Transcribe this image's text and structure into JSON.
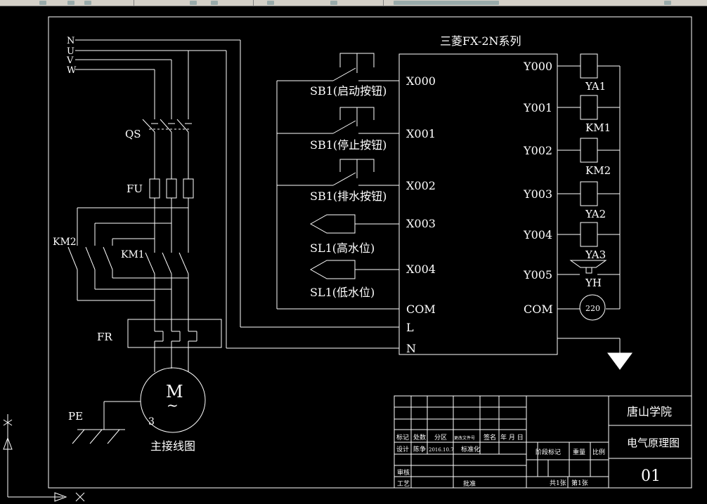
{
  "drawing": {
    "title": "三菱FX-2N系列",
    "caption": "主接线图",
    "phases": [
      "N",
      "U",
      "V",
      "W"
    ],
    "labels": {
      "qs": "QS",
      "fu": "FU",
      "km2": "KM2",
      "km1": "KM1",
      "fr": "FR",
      "motor": "M",
      "motor_ac": "~",
      "motor_phase": "3",
      "pe": "PE"
    },
    "plc_inputs": [
      {
        "terminal": "X000",
        "device": "SB1(启动按钮)"
      },
      {
        "terminal": "X001",
        "device": "SB1(停止按钮)"
      },
      {
        "terminal": "X002",
        "device": "SB1(排水按钮)"
      },
      {
        "terminal": "X003",
        "device": "SL1(高水位)"
      },
      {
        "terminal": "X004",
        "device": "SL1(低水位)"
      }
    ],
    "plc_left_extra": [
      "COM",
      "L",
      "N"
    ],
    "plc_outputs": [
      {
        "terminal": "Y000",
        "device": "YA1"
      },
      {
        "terminal": "Y001",
        "device": "KM1"
      },
      {
        "terminal": "Y002",
        "device": "KM2"
      },
      {
        "terminal": "Y003",
        "device": "YA2"
      },
      {
        "terminal": "Y004",
        "device": "YA3"
      },
      {
        "terminal": "Y005",
        "device": "YH"
      }
    ],
    "plc_output_com": "COM",
    "supply_voltage": "220"
  },
  "title_block": {
    "school": "唐山学院",
    "drawing_name": "电气原理图",
    "number": "01",
    "row1": [
      "标记",
      "处数",
      "分区",
      "更改文件号",
      "签名",
      "年 月 日"
    ],
    "row2": [
      "设计",
      "陈争",
      "2016.10.7",
      "标准化"
    ],
    "stage": "阶段标记",
    "weight": "重量",
    "scale": "比例",
    "review": "审核",
    "process": "工艺",
    "approve": "批准",
    "sheets": "共1张",
    "sheet_no": "第1张"
  },
  "colors": {
    "background": "#000000",
    "line": "#ffffff",
    "toolbar": "#d4d0c8"
  }
}
